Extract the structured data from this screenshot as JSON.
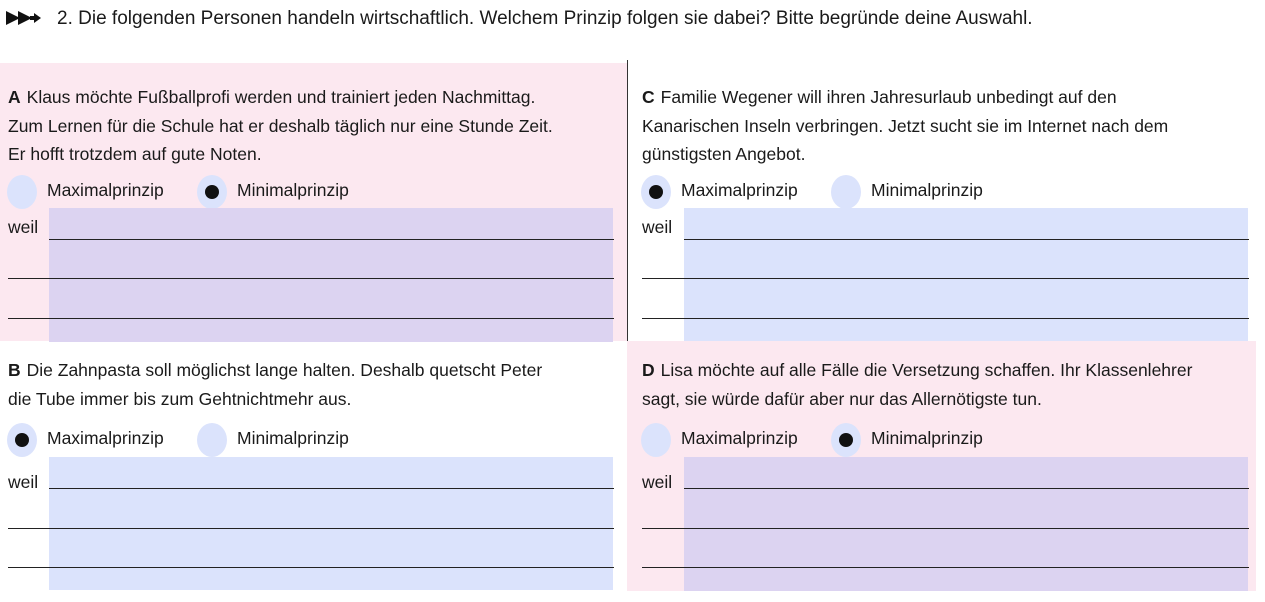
{
  "task": {
    "text": "2. Die folgenden Personen handeln wirtschaftlich. Welchem Prinzip folgen sie dabei? Bitte begründe deine Auswahl."
  },
  "colors": {
    "pink_bg": "#fce8f0",
    "blue": "#dbe3fc",
    "violet": "#dcd3f1"
  },
  "panels": {
    "A": {
      "letter": "A",
      "lines": [
        "Klaus möchte Fußballprofi werden und trainiert jeden Nachmittag.",
        "Zum Lernen für die Schule hat er deshalb täglich nur eine Stunde Zeit.",
        "Er hofft trotzdem auf gute Noten."
      ],
      "option1": "Maximalprinzip",
      "option2": "Minimalprinzip",
      "selected": "Minimalprinzip",
      "weil": "weil"
    },
    "B": {
      "letter": "B",
      "lines": [
        "Die Zahnpasta soll möglichst lange halten. Deshalb quetscht Peter",
        "die Tube immer bis zum Gehtnichtmehr aus."
      ],
      "option1": "Maximalprinzip",
      "option2": "Minimalprinzip",
      "selected": "Maximalprinzip",
      "weil": "weil"
    },
    "C": {
      "letter": "C",
      "lines": [
        "Familie Wegener will ihren Jahresurlaub unbedingt auf den",
        "Kanarischen Inseln verbringen. Jetzt sucht sie im Internet nach dem",
        "günstigsten Angebot."
      ],
      "option1": "Maximalprinzip",
      "option2": "Minimalprinzip",
      "selected": "Maximalprinzip",
      "weil": "weil"
    },
    "D": {
      "letter": "D",
      "lines": [
        "Lisa möchte auf alle Fälle die Versetzung schaffen. Ihr Klassenlehrer",
        "sagt, sie würde dafür aber nur das Allernötigste tun."
      ],
      "option1": "Maximalprinzip",
      "option2": "Minimalprinzip",
      "selected": "Minimalprinzip",
      "weil": "weil"
    }
  }
}
